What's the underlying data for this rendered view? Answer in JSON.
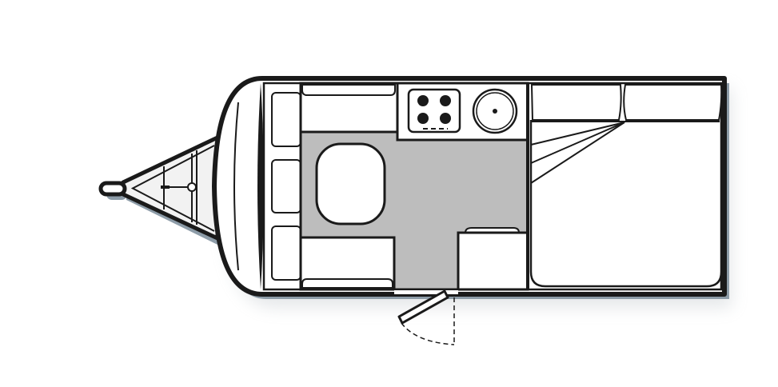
{
  "diagram": {
    "type": "caravan-floor-plan",
    "colors": {
      "outline": "#1a1a1a",
      "floor": "#bdbdbd",
      "fill": "#ffffff",
      "shadow": "#8d9ca8"
    },
    "areas": [
      "drawbar",
      "front-seating",
      "dinette-table",
      "kitchen-hob",
      "kitchen-sink",
      "wardrobe",
      "double-bed",
      "entry-door"
    ]
  }
}
